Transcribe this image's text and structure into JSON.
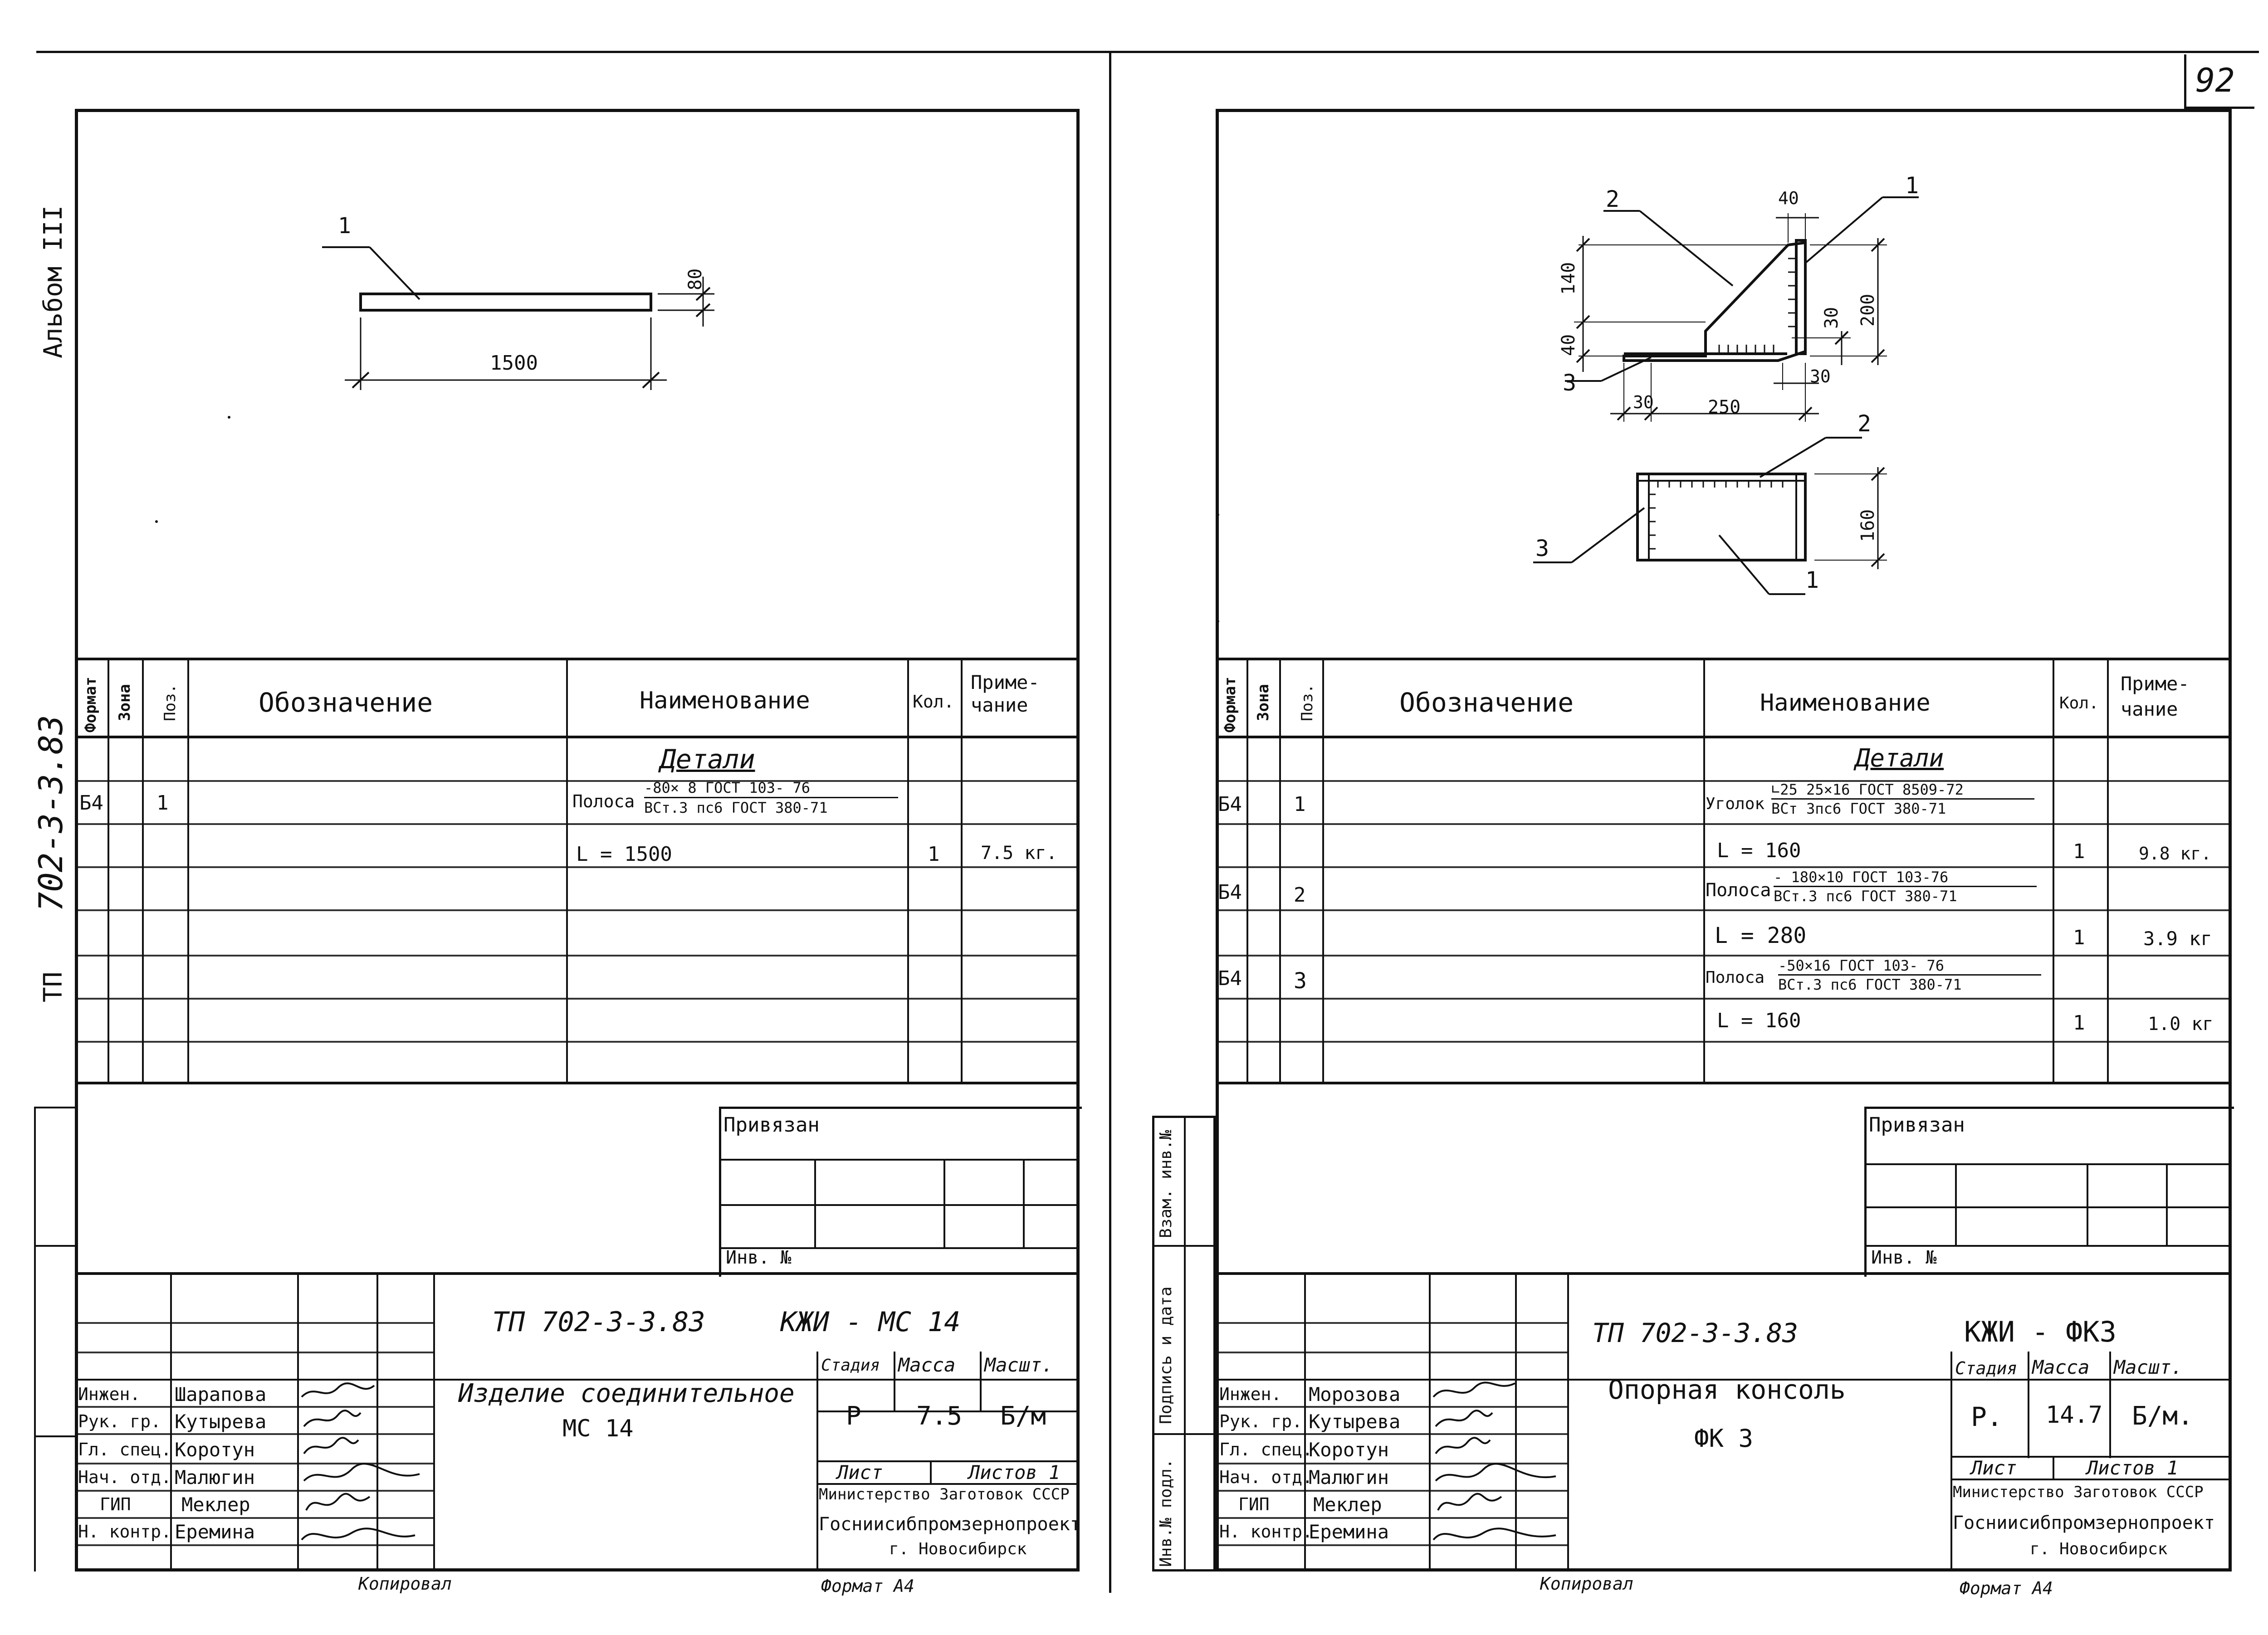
{
  "page_number": "92",
  "left_margin": {
    "album": "Альбом  III",
    "series": "702-3-3.83",
    "tp": "ТП"
  },
  "right_margin": {
    "vzam": "Взам. инв.№",
    "podpis": "Подпись и дата",
    "inv": "Инв.№ подл."
  },
  "spec_headers": {
    "format": "Формат",
    "zona": "Зона",
    "poz": "Поз.",
    "oboznachenie": "Обозначение",
    "naimenovanie": "Наименование",
    "kol": "Кол.",
    "prim": "Приме-\nчание"
  },
  "left": {
    "drawing": {
      "pos1": "1",
      "dim_len": "1500",
      "dim_thk": "80"
    },
    "spec": {
      "section": "Детали",
      "rows": [
        {
          "format": "Б4",
          "poz": "1",
          "naim_prefix": "Полоса",
          "naim_top": "-80× 8  ГОСТ  103- 76",
          "naim_bot": "ВСт.3 пс6  ГОСТ 380-71",
          "kol": "",
          "prim": ""
        },
        {
          "format": "",
          "poz": "",
          "naim": "L = 1500",
          "kol": "1",
          "prim": "7.5 кг."
        }
      ]
    },
    "privyazan": "Привязан",
    "inv_no": "Инв. №",
    "doc_code": "ТП  702-3-3.83",
    "doc_mark": "КЖИ - МС 14",
    "title_line1": "Изделие  соединительное",
    "title_line2": "МС 14",
    "stadiya_label": "Стадия",
    "massa_label": "Масса",
    "masht_label": "Масшт.",
    "stadiya": "Р",
    "massa": "7.5",
    "masht": "Б/м",
    "list_label": "Лист",
    "listov_label": "Листов 1",
    "org1": "Министерство Заготовок СССР",
    "org2": "Госниисибпромзернопроект",
    "org3": "г. Новосибирск",
    "signers": [
      {
        "role": "Инжен.",
        "name": "Шарапова"
      },
      {
        "role": "Рук. гр.",
        "name": "Кутырева"
      },
      {
        "role": "Гл. спец.",
        "name": "Коротун"
      },
      {
        "role": "Нач. отд.",
        "name": "Малюгин"
      },
      {
        "role": "ГИП",
        "name": "Меклер"
      },
      {
        "role": "Н. контр.",
        "name": "Еремина"
      }
    ],
    "copied": "Копировал",
    "format": "Формат А4"
  },
  "right": {
    "drawing": {
      "pos1": "1",
      "pos2": "2",
      "pos3": "3",
      "pos1b": "1",
      "pos2b": "2",
      "pos3b": "3",
      "d40": "40",
      "d140": "140",
      "d40b": "40",
      "d30": "30",
      "d200": "200",
      "d30b": "30",
      "d250": "250",
      "d30c": "30",
      "d160": "160"
    },
    "spec": {
      "section": "Детали",
      "rows": [
        {
          "format": "Б4",
          "poz": "1",
          "naim_prefix": "Уголок",
          "naim_top": "∟25 25×16  ГОСТ 8509-72",
          "naim_bot": "ВСт 3пс6  ГОСТ 380-71",
          "kol": "",
          "prim": ""
        },
        {
          "format": "",
          "poz": "",
          "naim": "L = 160",
          "kol": "1",
          "prim": "9.8 кг."
        },
        {
          "format": "Б4",
          "poz": "2",
          "naim_prefix": "Полоса",
          "naim_top": "- 180×10  ГОСТ  103-76",
          "naim_bot": "ВСт.3 пс6  ГОСТ 380-71",
          "kol": "",
          "prim": ""
        },
        {
          "format": "",
          "poz": "",
          "naim": "L = 280",
          "kol": "1",
          "prim": "3.9 кг"
        },
        {
          "format": "Б4",
          "poz": "3",
          "naim_prefix": "Полоса",
          "naim_top": "-50×16  ГОСТ  103- 76",
          "naim_bot": "ВСт.3 пс6  ГОСТ 380-71",
          "kol": "",
          "prim": ""
        },
        {
          "format": "",
          "poz": "",
          "naim": "L = 160",
          "kol": "1",
          "prim": "1.0 кг"
        }
      ]
    },
    "privyazan": "Привязан",
    "inv_no": "Инв. №",
    "doc_code": "ТП   702-3-3.83",
    "doc_mark": "КЖИ  -  ФК3",
    "title_line1": "Опорная  консоль",
    "title_line2": "ФК 3",
    "stadiya_label": "Стадия",
    "massa_label": "Масса",
    "masht_label": "Масшт.",
    "stadiya": "Р.",
    "massa": "14.7",
    "masht": "Б/м.",
    "list_label": "Лист",
    "listov_label": "Листов 1",
    "org1": "Министерство Заготовок СССР",
    "org2": "Госниисибпромзернопроект",
    "org3": "г. Новосибирск",
    "signers": [
      {
        "role": "Инжен.",
        "name": "Морозова"
      },
      {
        "role": "Рук. гр.",
        "name": "Кутырева"
      },
      {
        "role": "Гл. спец.",
        "name": "Коротун"
      },
      {
        "role": "Нач. отд.",
        "name": "Малюгин"
      },
      {
        "role": "ГИП",
        "name": "Меклер"
      },
      {
        "role": "Н. контр.",
        "name": "Еремина"
      }
    ],
    "copied": "Копировал",
    "format": "Формат А4"
  }
}
